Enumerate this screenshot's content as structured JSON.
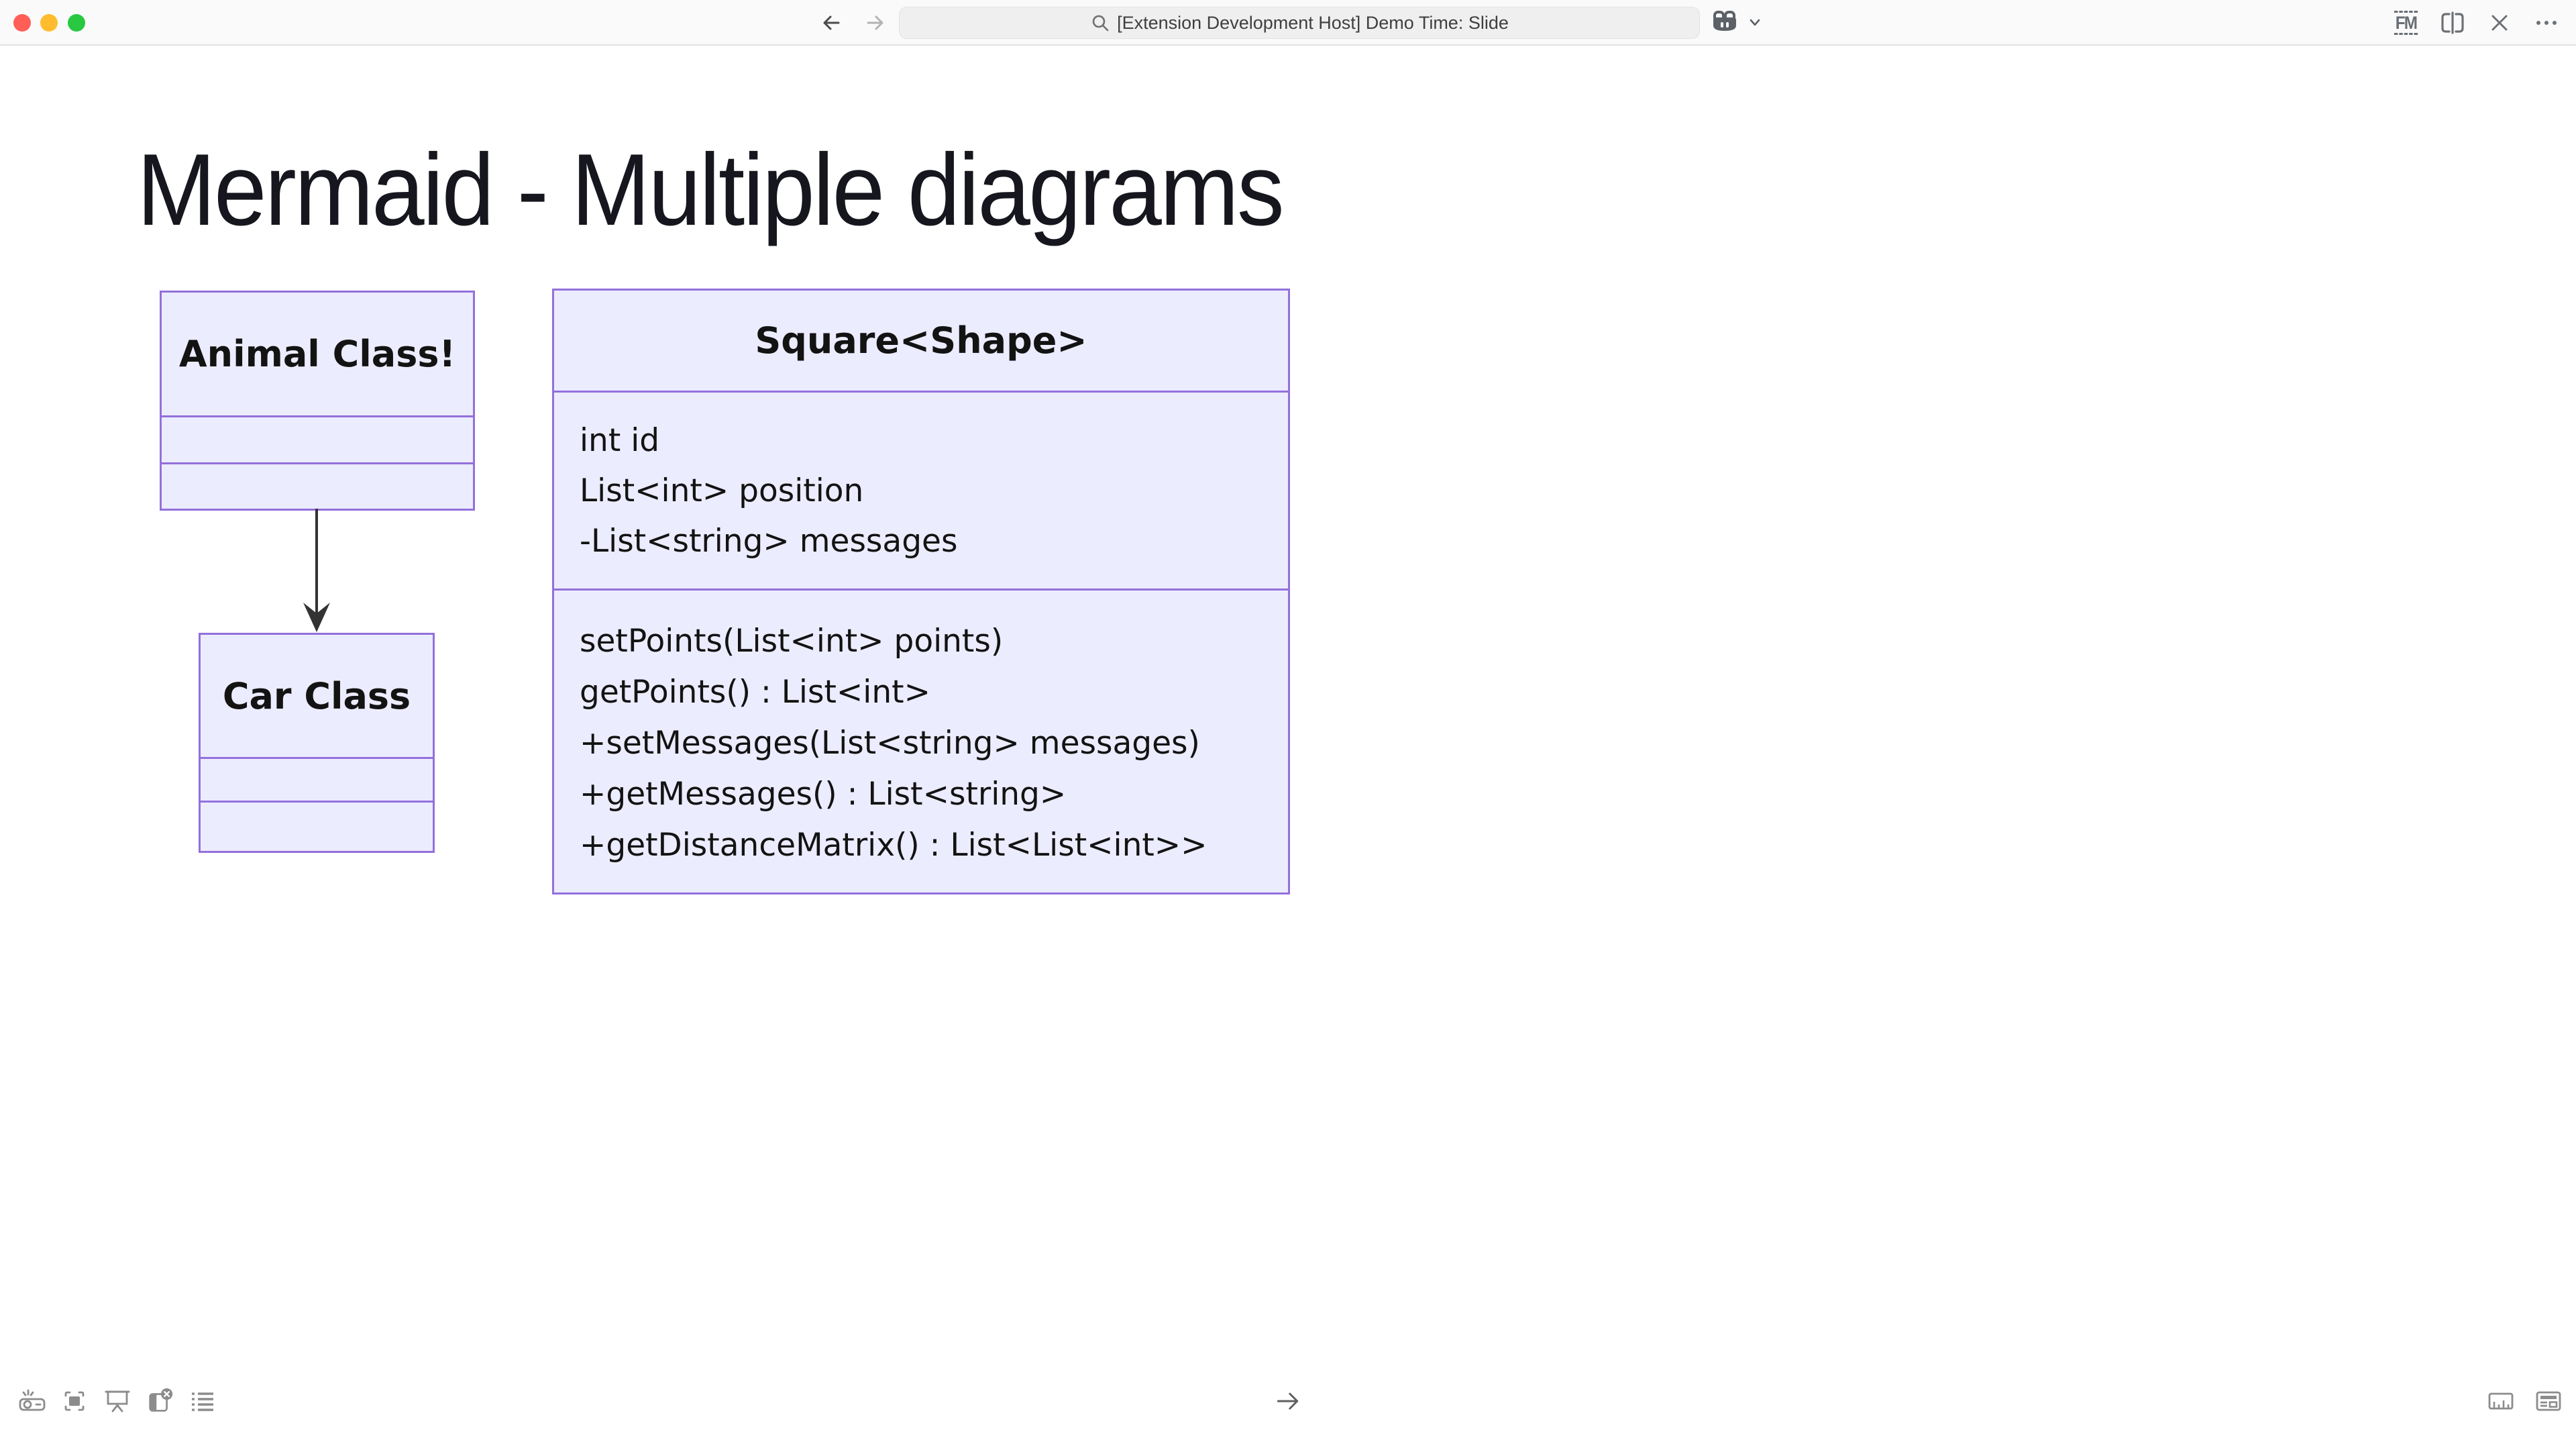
{
  "window": {
    "search_title": "[Extension Development Host] Demo Time: Slide",
    "fm_label": "FM"
  },
  "slide": {
    "title": "Mermaid - Multiple diagrams"
  },
  "chart_data": {
    "type": "class-diagram",
    "diagrams": [
      {
        "classes": [
          {
            "name": "Animal Class!",
            "fields": [],
            "methods": []
          },
          {
            "name": "Car Class",
            "fields": [],
            "methods": []
          }
        ],
        "relations": [
          {
            "from": "Animal Class!",
            "to": "Car Class",
            "type": "arrow-down"
          }
        ]
      },
      {
        "classes": [
          {
            "name": "Square<Shape>",
            "fields": [
              "int id",
              "List<int> position",
              "-List<string> messages"
            ],
            "methods": [
              "setPoints(List<int> points)",
              "getPoints() : List<int>",
              "+setMessages(List<string> messages)",
              "+getMessages() : List<string>",
              "+getDistanceMatrix() : List<List<int>>"
            ]
          }
        ]
      }
    ]
  },
  "animal": {
    "title": "Animal Class!"
  },
  "car": {
    "title": "Car Class"
  },
  "square": {
    "title": "Square<Shape>",
    "fields": [
      "int id",
      "List<int> position",
      "-List<string> messages"
    ],
    "methods": [
      "setPoints(List<int> points)",
      "getPoints() : List<int>",
      "+setMessages(List<string> messages)",
      "+getMessages() : List<string>",
      "+getDistanceMatrix() : List<List<int>>"
    ]
  },
  "colors": {
    "class_fill": "#ECECFF",
    "class_stroke": "#9370DB",
    "traffic_red": "#ff5f57",
    "traffic_yellow": "#febc2e",
    "traffic_green": "#28c840",
    "toolbar_icon_gray": "#8c8c8c",
    "heading_text": "#16161e"
  },
  "icons": {
    "top": [
      "back-arrow",
      "forward-arrow",
      "search",
      "copilot",
      "chevron-down",
      "front-matter",
      "split-editor",
      "close",
      "more-ellipsis"
    ],
    "bottom_left": [
      "projector",
      "zoom-to-fit",
      "presentation-screen",
      "close-panel",
      "list"
    ],
    "bottom_center": [
      "next-slide-arrow"
    ],
    "bottom_right": [
      "ruler",
      "notes-layout"
    ]
  }
}
